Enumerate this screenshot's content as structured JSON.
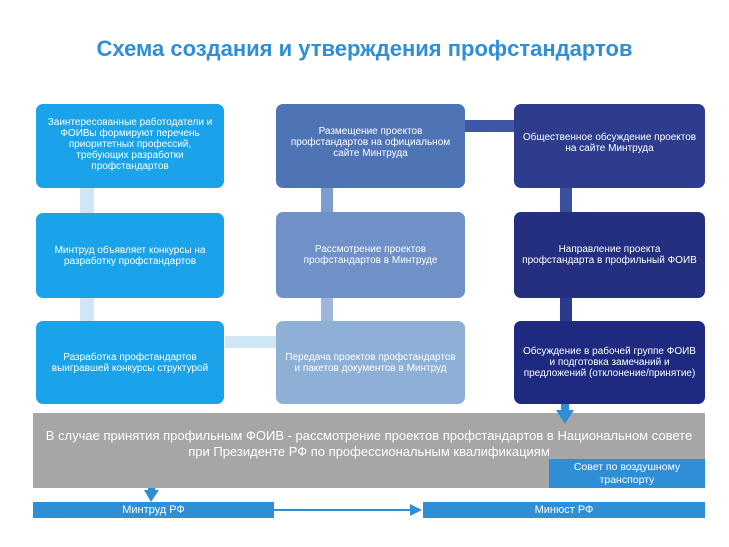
{
  "title": "Схема создания и утверждения профстандартов",
  "col1": {
    "box1": "Заинтересованные работодатели и ФОИВы формируют перечень приоритетных профессий, требующих разработки профстандартов",
    "box2": "Минтруд объявляет конкурсы на разработку профстандартов",
    "box3": "Разработка профстандартов выигравшей конкурсы структурой"
  },
  "col2": {
    "box1": "Размещение проектов профстандартов на официальном сайте Минтруда",
    "box2": "Рассмотрение проектов профстандартов в Минтруде",
    "box3": "Передача проектов профстандартов и пакетов документов в Минтруд"
  },
  "col3": {
    "box1": "Общественное обсуждение проектов на сайте Минтруда",
    "box2": "Направление проекта профстандарта в профильный ФОИВ",
    "box3": "Обсуждение в рабочей группе ФОИВ и подготовка замечаний и предложений (отклонение/принятие)"
  },
  "banner": {
    "text": "В случае принятия профильным ФОИВ - рассмотрение проектов профстандартов в Национальном совете при Президенте РФ по профессиональным квалификациям",
    "sovet": "Совет по воздушному транспорту"
  },
  "bottom": {
    "left": "Минтруд РФ",
    "right": "Минюст РФ"
  },
  "colors": {
    "col1": "#1aa3e8",
    "col2_top": "#4f74b6",
    "col2_mid": "#6f91c7",
    "col2_bot": "#8fb0d6",
    "col3_top": "#2e3c8e",
    "col3_bot": "#1e2a80",
    "accent": "#2f8fd6",
    "gray": "#a6a6a6"
  }
}
